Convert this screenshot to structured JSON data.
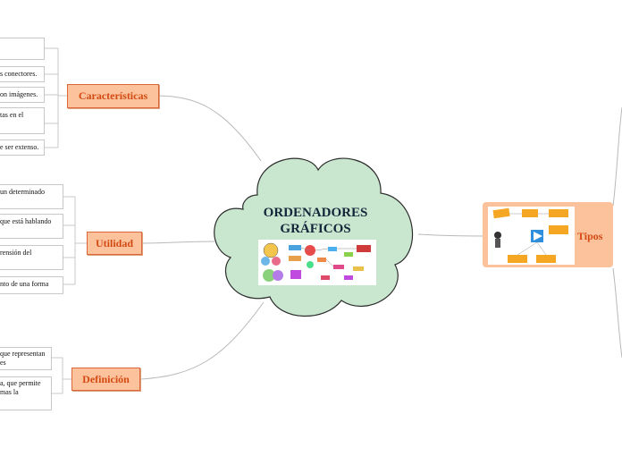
{
  "central": {
    "title_line1": "ORDENADORES",
    "title_line2": "GRÁFICOS"
  },
  "branches": {
    "caracteristicas": {
      "label": "Características",
      "leaves": [
        "",
        "s conectores.",
        "on imágenes.",
        "tas en el",
        "e ser extenso."
      ]
    },
    "utilidad": {
      "label": "Utilidad",
      "leaves": [
        "un determinado",
        "que está hablando",
        "rensión del",
        "nto de una forma"
      ]
    },
    "definicion": {
      "label": "Definición",
      "leaves": [
        [
          "que representan",
          "es"
        ],
        [
          "a, que permite",
          "mas la"
        ]
      ]
    },
    "tipos": {
      "label": "Tipos"
    }
  },
  "colors": {
    "cloud_fill": "#c9e6cf",
    "cloud_stroke": "#2d2d2d",
    "branch_fill": "#fbc29b",
    "branch_text": "#d44a14",
    "connector": "#b5b5b5"
  }
}
